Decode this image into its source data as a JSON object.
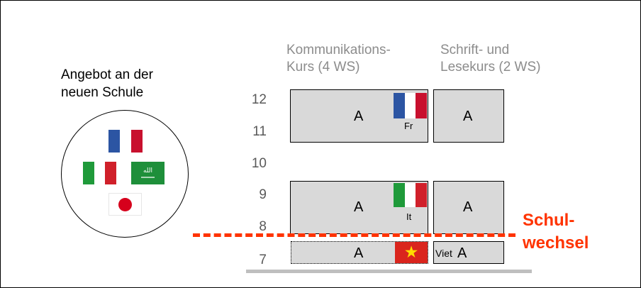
{
  "offer": {
    "title": "Angebot an der\nneuen Schule",
    "flags": [
      "french-flag",
      "italian-flag",
      "saudi-flag",
      "japanese-flag"
    ],
    "saudi_script": "ﺍﻟﻠﻪ"
  },
  "columns": {
    "communication": "Kommunikations-\nKurs (4 WS)",
    "writing": "Schrift- und\nLesekurs (2 WS)"
  },
  "grades": [
    "12",
    "11",
    "10",
    "9",
    "8",
    "7"
  ],
  "rows": {
    "upper": {
      "comm_label": "A",
      "write_label": "A",
      "flag_caption": "Fr"
    },
    "middle": {
      "comm_label": "A",
      "write_label": "A",
      "flag_caption": "It"
    },
    "lower": {
      "comm_label": "A",
      "write_prefix": "Viet",
      "write_label": "A",
      "star": "★"
    }
  },
  "school_change": {
    "label": "Schul-\nwechsel"
  },
  "colors": {
    "accent": "#ff3300",
    "box_fill": "#d9d9d9",
    "french_blue": "#2c55a3",
    "french_red": "#c8102e",
    "italy_green": "#1f9a3a",
    "italy_red": "#d0202a",
    "saudi_green": "#1e8f3a",
    "japan_red": "#d6001c",
    "vietnam_red": "#da251d",
    "vietnam_star": "#ffdd00"
  }
}
